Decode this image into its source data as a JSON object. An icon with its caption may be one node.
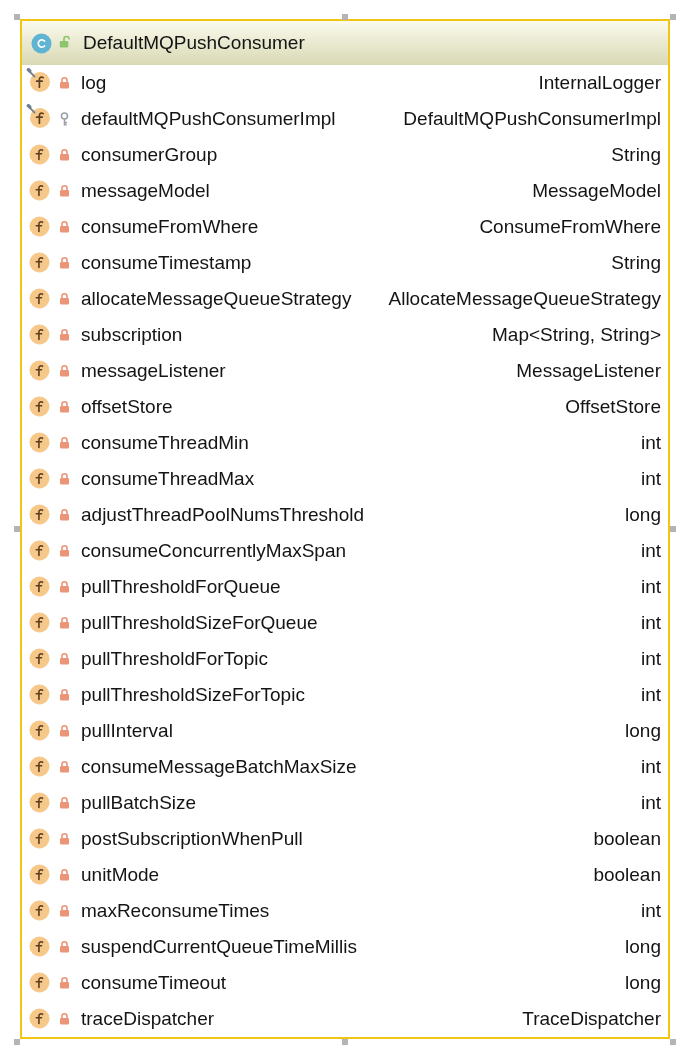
{
  "diagram": {
    "nodes": [
      {
        "text": [
          "DefaultMQPushConsumer"
        ]
      }
    ],
    "labels": [
      "log",
      "InternalLogger",
      "defaultMQPushConsumerImpl",
      "DefaultMQPushConsumerImpl",
      "consumerGroup",
      "String",
      "messageModel",
      "MessageModel",
      "consumeFromWhere",
      "ConsumeFromWhere",
      "consumeTimestamp",
      "String",
      "allocateMessageQueueStrategy",
      "AllocateMessageQueueStrategy",
      "subscription",
      "Map<String, String>",
      "messageListener",
      "MessageListener",
      "offsetStore",
      "OffsetStore",
      "consumeThreadMin",
      "int",
      "consumeThreadMax",
      "int",
      "adjustThreadPoolNumsThreshold",
      "long",
      "consumeConcurrentlyMaxSpan",
      "int",
      "pullThresholdForQueue",
      "int",
      "pullThresholdSizeForQueue",
      "int",
      "pullThresholdForTopic",
      "int",
      "pullThresholdSizeForTopic",
      "int",
      "pullInterval",
      "long",
      "consumeMessageBatchMaxSize",
      "int",
      "pullBatchSize",
      "int",
      "postSubscriptionWhenPull",
      "boolean",
      "unitMode",
      "boolean",
      "maxReconsumeTimes",
      "int",
      "suspendCurrentQueueTimeMillis",
      "long",
      "consumeTimeout",
      "long",
      "traceDispatcher",
      "TraceDispatcher"
    ]
  }
}
